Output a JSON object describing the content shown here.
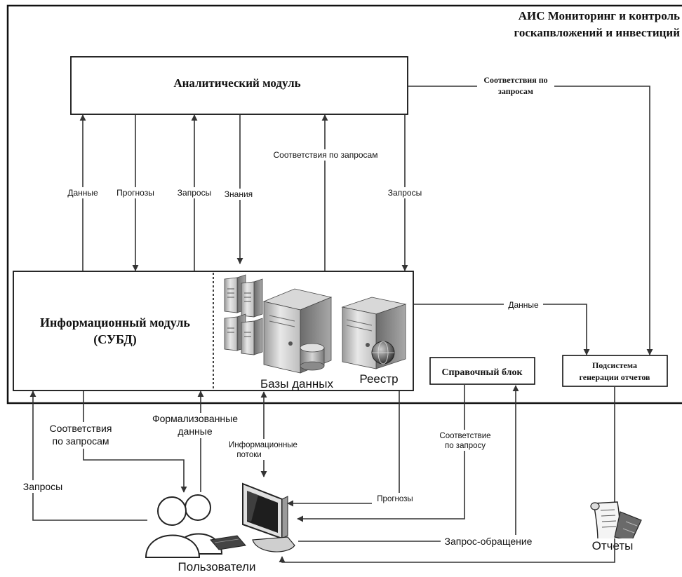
{
  "system_title_line1": "АИС Мониторинг и контроль",
  "system_title_line2": "госкапвложений и инвестиций",
  "blocks": {
    "analytic_module": "Аналитический модуль",
    "info_module_line1": "Информационный модуль",
    "info_module_line2": "(СУБД)",
    "databases": "Базы данных",
    "registry": "Реестр",
    "reference_block": "Справочный блок",
    "reports_subsystem_line1": "Подсистема",
    "reports_subsystem_line2": "генерации отчетов"
  },
  "edge_labels": {
    "matches_top_line1": "Соответствия по",
    "matches_top_line2": "запросам",
    "data_1": "Данные",
    "forecasts_1": "Прогнозы",
    "requests_1": "Запросы",
    "knowledge": "Знания",
    "matches_mid": "Соответствия по запросам",
    "requests_2": "Запросы",
    "data_2": "Данные",
    "matches_low_line1": "Соответствия",
    "matches_low_line2": "по запросам",
    "formalized_line1": "Формализованные",
    "formalized_line2": "данные",
    "info_flows_line1": "Информационные",
    "info_flows_line2": "потоки",
    "match_query_line1": "Соответствие",
    "match_query_line2": "по запросу",
    "requests_3": "Запросы",
    "forecasts_2": "Прогнозы",
    "query_appeal": "Запрос-обращение"
  },
  "actors": {
    "users": "Пользователи",
    "reports": "Отчеты"
  },
  "icons": [
    "server-group-icon",
    "database-server-icon",
    "registry-server-icon",
    "users-icon",
    "computer-terminal-icon",
    "reports-scroll-icon"
  ]
}
